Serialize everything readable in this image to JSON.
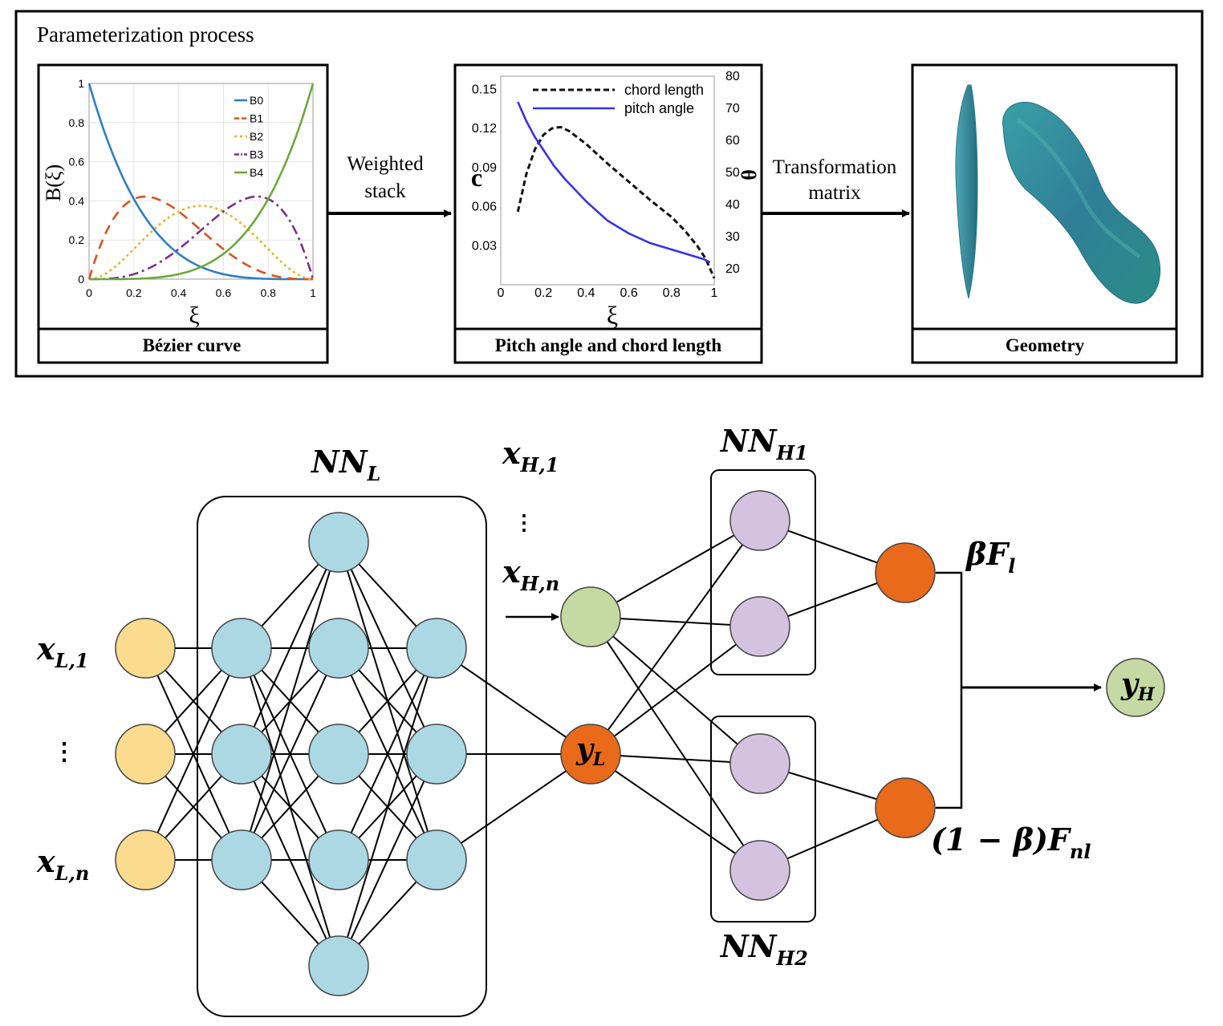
{
  "panel": {
    "title": "Parameterization process",
    "bezier": {
      "caption": "Bézier curve",
      "ylabel": "B(ξ)",
      "xlabel": "ξ",
      "xticks": [
        "0",
        "0.2",
        "0.4",
        "0.6",
        "0.8",
        "1"
      ],
      "yticks": [
        "0",
        "0.2",
        "0.4",
        "0.6",
        "0.8",
        "1"
      ],
      "legend": [
        "B0",
        "B1",
        "B2",
        "B3",
        "B4"
      ],
      "colors": [
        "#2e7fc2",
        "#d9531e",
        "#edb120",
        "#7e2f8e",
        "#6aaa3a"
      ]
    },
    "arrow1": {
      "line1": "Weighted",
      "line2": "stack"
    },
    "pitch": {
      "caption": "Pitch angle and chord length",
      "ylabel_left": "c",
      "ylabel_right": "θ",
      "xlabel": "ξ",
      "xticks": [
        "0",
        "0.2",
        "0.4",
        "0.6",
        "0.8",
        "1"
      ],
      "yticks_left": [
        "0.03",
        "0.06",
        "0.09",
        "0.12",
        "0.15"
      ],
      "yticks_right": [
        "20",
        "30",
        "40",
        "50",
        "60",
        "70",
        "80"
      ],
      "legend": [
        "chord length",
        "pitch angle"
      ]
    },
    "arrow2": {
      "line1": "Transformation",
      "line2": "matrix"
    },
    "geometry": {
      "caption": "Geometry"
    }
  },
  "network": {
    "nn_l": {
      "base": "NN",
      "sub": "L"
    },
    "nn_h1": {
      "base": "NN",
      "sub": "H1"
    },
    "nn_h2": {
      "base": "NN",
      "sub": "H2"
    },
    "x_l1": {
      "base": "x",
      "sub": "L,1"
    },
    "x_ln": {
      "base": "x",
      "sub": "L,n"
    },
    "x_h1": {
      "base": "x",
      "sub": "H,1"
    },
    "x_hn": {
      "base": "x",
      "sub": "H,n"
    },
    "y_l": {
      "base": "y",
      "sub": "L"
    },
    "y_h": {
      "base": "y",
      "sub": "H"
    },
    "beta_fl": {
      "base": "βF",
      "sub": "l"
    },
    "one_minus_beta": {
      "base": "(1 − β)F",
      "sub": "nl"
    },
    "vdots": "⋮"
  },
  "chart_data": [
    {
      "type": "line",
      "xlabel": "ξ",
      "ylabel": "B(ξ)",
      "xlim": [
        0,
        1
      ],
      "ylim": [
        0,
        1
      ],
      "series": [
        {
          "name": "B0",
          "formula": "(1-ξ)^4"
        },
        {
          "name": "B1",
          "formula": "4ξ(1-ξ)^3"
        },
        {
          "name": "B2",
          "formula": "6ξ^2(1-ξ)^2"
        },
        {
          "name": "B3",
          "formula": "4ξ^3(1-ξ)"
        },
        {
          "name": "B4",
          "formula": "ξ^4"
        }
      ]
    },
    {
      "type": "line",
      "xlabel": "ξ",
      "ylabel": "c",
      "ylabel_right": "θ",
      "xlim": [
        0,
        1
      ],
      "ylim": [
        0,
        0.16
      ],
      "ylim_right": [
        15,
        80
      ],
      "series": [
        {
          "name": "chord length",
          "axis": "left",
          "x": [
            0.08,
            0.12,
            0.16,
            0.2,
            0.24,
            0.28,
            0.32,
            0.4,
            0.5,
            0.6,
            0.7,
            0.8,
            0.86,
            0.92,
            0.96,
            1.0
          ],
          "y": [
            0.056,
            0.085,
            0.104,
            0.115,
            0.12,
            0.121,
            0.118,
            0.108,
            0.093,
            0.079,
            0.065,
            0.052,
            0.042,
            0.03,
            0.02,
            0.005
          ]
        },
        {
          "name": "pitch angle",
          "axis": "right",
          "x": [
            0.08,
            0.12,
            0.16,
            0.2,
            0.25,
            0.3,
            0.4,
            0.5,
            0.55,
            0.6,
            0.7,
            0.8,
            0.9,
            0.95,
            0.98
          ],
          "y": [
            72,
            66,
            61,
            57,
            52,
            48,
            41,
            35,
            33,
            31,
            28,
            26,
            24,
            23,
            22
          ]
        }
      ]
    }
  ]
}
